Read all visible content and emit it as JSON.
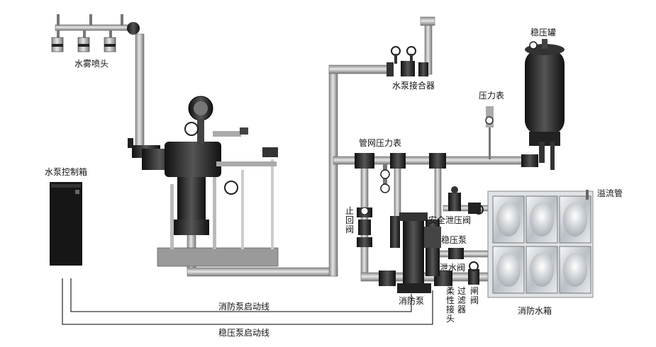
{
  "labels": {
    "mist_nozzle": "水雾喷头",
    "pump_adapter": "水泵接合器",
    "pressure_tank": "稳压罐",
    "pressure_gauge": "压力表",
    "network_gauge": "管网压力表",
    "control_box": "水泵控制箱",
    "check_valve": "止回阀",
    "safety_relief_valve": "安全泄压阀",
    "jockey_pump": "稳压泵",
    "drain_valve": "泄水阀",
    "fire_pump": "消防泵",
    "overflow_pipe": "溢流管",
    "filter": "过滤器",
    "gate_valve": "闸阀",
    "flexible_joint": "柔性接头",
    "water_tank": "消防水箱",
    "fire_pump_start_line": "消防泵启动线",
    "jockey_pump_start_line": "稳压泵启动线"
  },
  "colors": {
    "pipe": "#c9c9c9",
    "pipe_edge": "#6e6e6e",
    "dark": "#2a2a2a",
    "tank_steel": "#d4d8dc",
    "line": "#333333"
  }
}
